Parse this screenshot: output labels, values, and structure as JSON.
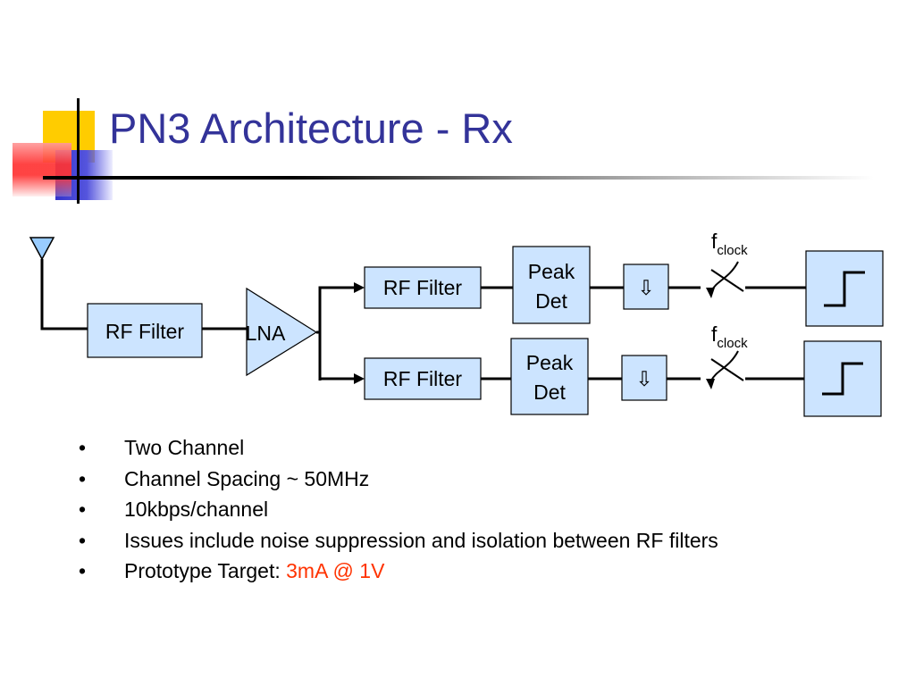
{
  "slide": {
    "title": "PN3 Architecture - Rx"
  },
  "diagram": {
    "blocks": {
      "rf_filter_input": "RF Filter",
      "lna": "LNA",
      "rf_filter_upper": "RF Filter",
      "rf_filter_lower": "RF Filter",
      "peak_det_upper": [
        "Peak",
        "Det"
      ],
      "peak_det_lower": [
        "Peak",
        "Det"
      ],
      "amp_symbol": "⇩"
    },
    "clock_label": {
      "base": "f",
      "subscript": "clock"
    }
  },
  "bullets": [
    {
      "text": "Two Channel"
    },
    {
      "text": "Channel Spacing ~ 50MHz"
    },
    {
      "text": "10kbps/channel"
    },
    {
      "text": "Issues include noise suppression and isolation between RF filters"
    },
    {
      "text": "Prototype Target: ",
      "highlight": "3mA @ 1V"
    }
  ],
  "colors": {
    "title": "#333399",
    "block_fill": "#cce4ff",
    "highlight": "#ff3300",
    "deco_yellow": "#ffcc00",
    "deco_blue": "#3333cc",
    "deco_red": "#ff3333"
  }
}
